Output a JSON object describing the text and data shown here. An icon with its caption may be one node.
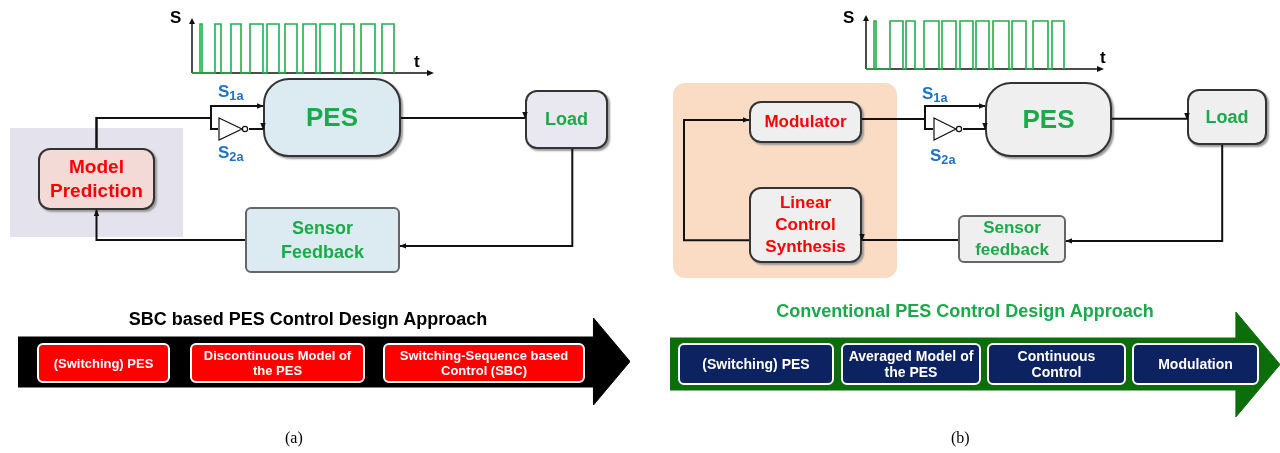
{
  "diagram": {
    "nodes": [
      {
        "text": [],
        "shape": "box"
      },
      {
        "text": [
          "Model Prediction"
        ],
        "in": 0
      },
      {
        "text": [],
        "shape": "triangle"
      },
      {
        "text": [
          "PES"
        ]
      },
      {
        "text": [
          "Load"
        ]
      },
      {
        "text": [
          "Sensor Feedback"
        ]
      },
      {
        "text": [
          "SBC based PES Control Design Approach"
        ]
      },
      {
        "text": [
          "(Switching) PES"
        ],
        "in": 6
      },
      {
        "text": [
          "Discontinuous Model of the PES"
        ],
        "in": 6
      },
      {
        "text": [
          "Switching-Sequence based Control (SBC)"
        ],
        "in": 6
      },
      {
        "text": [],
        "shape": "box"
      },
      {
        "text": [
          "Modulator"
        ],
        "in": 10
      },
      {
        "text": [
          "Linear Control Synthesis"
        ],
        "in": 10
      },
      {
        "text": [],
        "shape": "triangle"
      },
      {
        "text": [
          "PES"
        ]
      },
      {
        "text": [
          "Load"
        ]
      },
      {
        "text": [
          "Sensor feedback"
        ]
      },
      {
        "text": [
          "Conventional PES Control Design Approach"
        ]
      },
      {
        "text": [
          "(Switching) PES"
        ],
        "in": 17
      },
      {
        "text": [
          "Averaged Model of the PES"
        ],
        "in": 17
      },
      {
        "text": [
          "Continuous Control"
        ],
        "in": 17
      },
      {
        "text": [
          "Modulation"
        ],
        "in": 17
      }
    ],
    "edges": [
      {
        "from": 1,
        "to": 3,
        "arrow": "to"
      },
      {
        "from": 1,
        "to": 2,
        "arrow": "none"
      },
      {
        "from": 2,
        "to": 3,
        "arrow": "to"
      },
      {
        "from": 3,
        "to": 4,
        "arrow": "to"
      },
      {
        "from": 4,
        "to": 5,
        "arrow": "to"
      },
      {
        "from": 5,
        "to": 1,
        "arrow": "to"
      },
      {
        "from": 11,
        "to": 14,
        "arrow": "to"
      },
      {
        "from": 11,
        "to": 13,
        "arrow": "none"
      },
      {
        "from": 13,
        "to": 14,
        "arrow": "to"
      },
      {
        "from": 14,
        "to": 15,
        "arrow": "to"
      },
      {
        "from": 15,
        "to": 16,
        "arrow": "to"
      },
      {
        "from": 16,
        "to": 12,
        "arrow": "to"
      },
      {
        "from": 12,
        "to": 11,
        "arrow": "to"
      }
    ],
    "labels": [
      "S",
      "t",
      "S$_{1a}$",
      "S$_{2a}$",
      "S",
      "t",
      "S$_{1a}$",
      "S$_{2a}$",
      "(a)",
      "(b)"
    ]
  }
}
